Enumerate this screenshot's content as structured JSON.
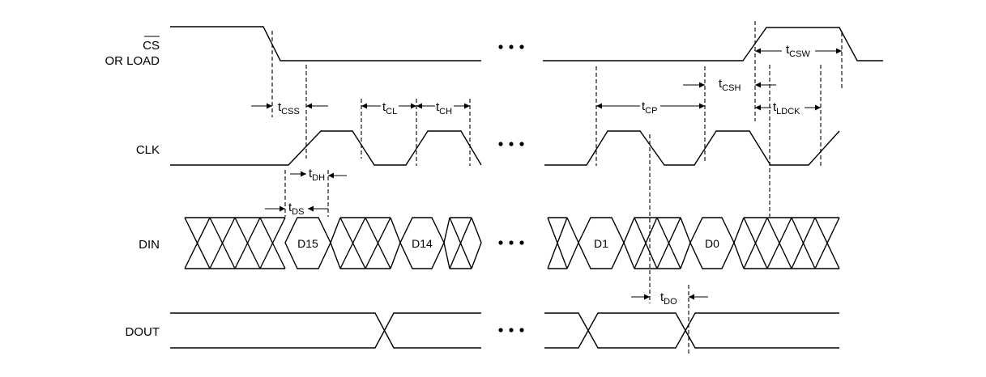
{
  "signals": {
    "cs_bar": "CS",
    "cs_load": "OR LOAD",
    "clk": "CLK",
    "din": "DIN",
    "dout": "DOUT"
  },
  "data_labels": {
    "d15": "D15",
    "d14": "D14",
    "d1": "D1",
    "d0": "D0"
  },
  "timing": {
    "t_css": {
      "base": "t",
      "sub": "CSS"
    },
    "t_cl": {
      "base": "t",
      "sub": "CL"
    },
    "t_ch": {
      "base": "t",
      "sub": "CH"
    },
    "t_cp": {
      "base": "t",
      "sub": "CP"
    },
    "t_csh": {
      "base": "t",
      "sub": "CSH"
    },
    "t_csw": {
      "base": "t",
      "sub": "CSW"
    },
    "t_ldck": {
      "base": "t",
      "sub": "LDCK"
    },
    "t_dh": {
      "base": "t",
      "sub": "DH"
    },
    "t_ds": {
      "base": "t",
      "sub": "DS"
    },
    "t_do": {
      "base": "t",
      "sub": "DO"
    }
  }
}
